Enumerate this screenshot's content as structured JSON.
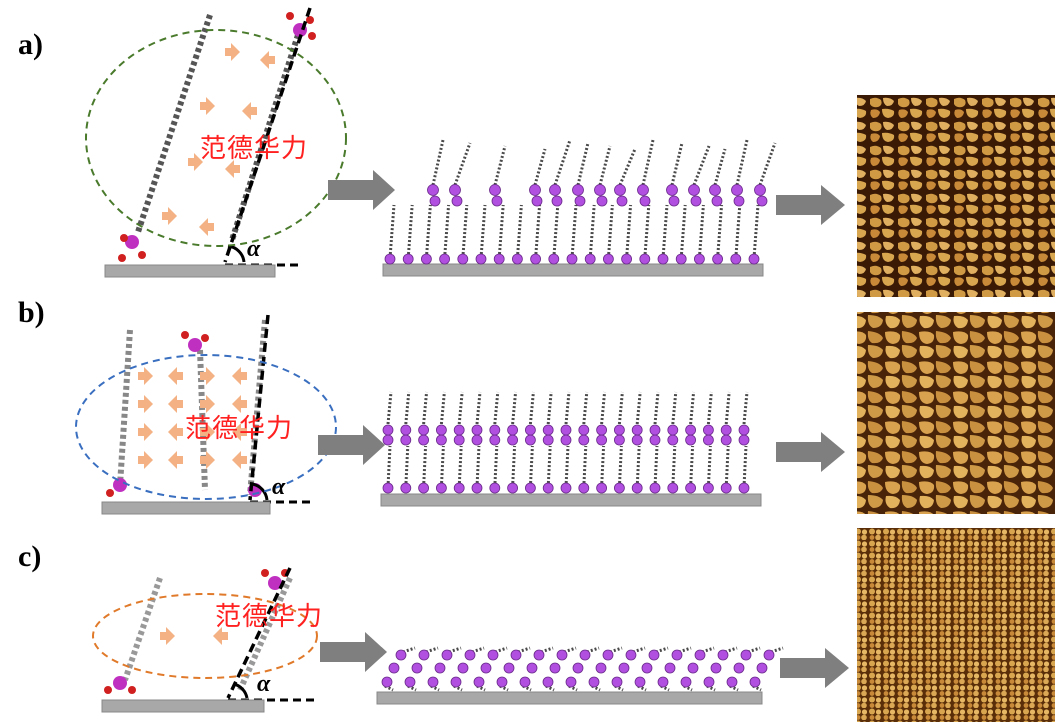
{
  "panels": [
    {
      "label": "a)",
      "force_label": "范德华力",
      "angle_symbol": "α",
      "ellipse_color": "#4a7a2c"
    },
    {
      "label": "b)",
      "force_label": "范德华力",
      "angle_symbol": "α",
      "ellipse_color": "#3a6fc0"
    },
    {
      "label": "c)",
      "force_label": "范德华力",
      "angle_symbol": "α",
      "ellipse_color": "#e07a2a"
    }
  ],
  "colors": {
    "headgroup": "#b04fe0",
    "chain": "#4a4a4a",
    "substrate": "#a8a8a8",
    "arrow": "#7f7f7f",
    "force_arrow": "#f4b183",
    "afm_dark": "#3a1a05",
    "afm_light": "#e0b060"
  },
  "icons": [
    "process-arrow",
    "force-arrow",
    "afm-image"
  ]
}
